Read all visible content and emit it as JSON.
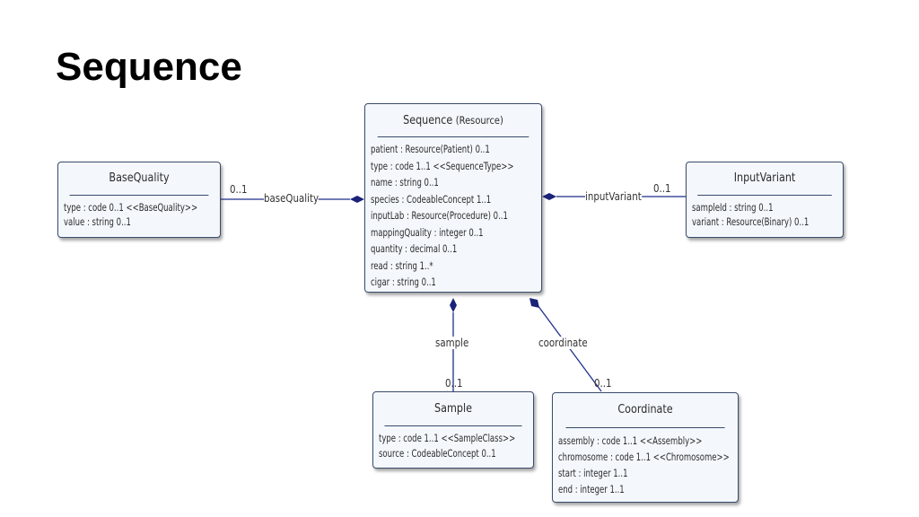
{
  "title": "Sequence",
  "classes": {
    "sequence": {
      "name": "Sequence",
      "stereotype": "(Resource)",
      "attributes": [
        "patient : Resource(Patient) 0..1",
        "type : code 1..1 <<SequenceType>>",
        "name : string 0..1",
        "species : CodeableConcept 1..1",
        "inputLab : Resource(Procedure) 0..1",
        "mappingQuality : integer 0..1",
        "quantity : decimal 0..1",
        "read : string 1..*",
        "cigar : string 0..1"
      ]
    },
    "base_quality": {
      "name": "BaseQuality",
      "attributes": [
        "type : code 0..1 <<BaseQuality>>",
        "value : string 0..1"
      ]
    },
    "input_variant": {
      "name": "InputVariant",
      "attributes": [
        "sampleId : string 0..1",
        "variant : Resource(Binary) 0..1"
      ]
    },
    "sample": {
      "name": "Sample",
      "attributes": [
        "type : code 1..1 <<SampleClass>>",
        "source : CodeableConcept 0..1"
      ]
    },
    "coordinate": {
      "name": "Coordinate",
      "attributes": [
        "assembly : code 1..1 <<Assembly>>",
        "chromosome : code 1..1 <<Chromosome>>",
        "start : integer 1..1",
        "end : integer 1..1"
      ]
    }
  },
  "associations": {
    "base_quality": {
      "role": "baseQuality",
      "multiplicity": "0..1"
    },
    "input_variant": {
      "role": "inputVariant",
      "multiplicity": "0..1"
    },
    "sample": {
      "role": "sample",
      "multiplicity": "0..1"
    },
    "coordinate": {
      "role": "coordinate",
      "multiplicity": "0..1"
    }
  },
  "colors": {
    "line": "#1f2f8a",
    "diamond": "#1a2378",
    "box_fill": "#f4f8fd",
    "box_border": "#3a4b6a"
  }
}
